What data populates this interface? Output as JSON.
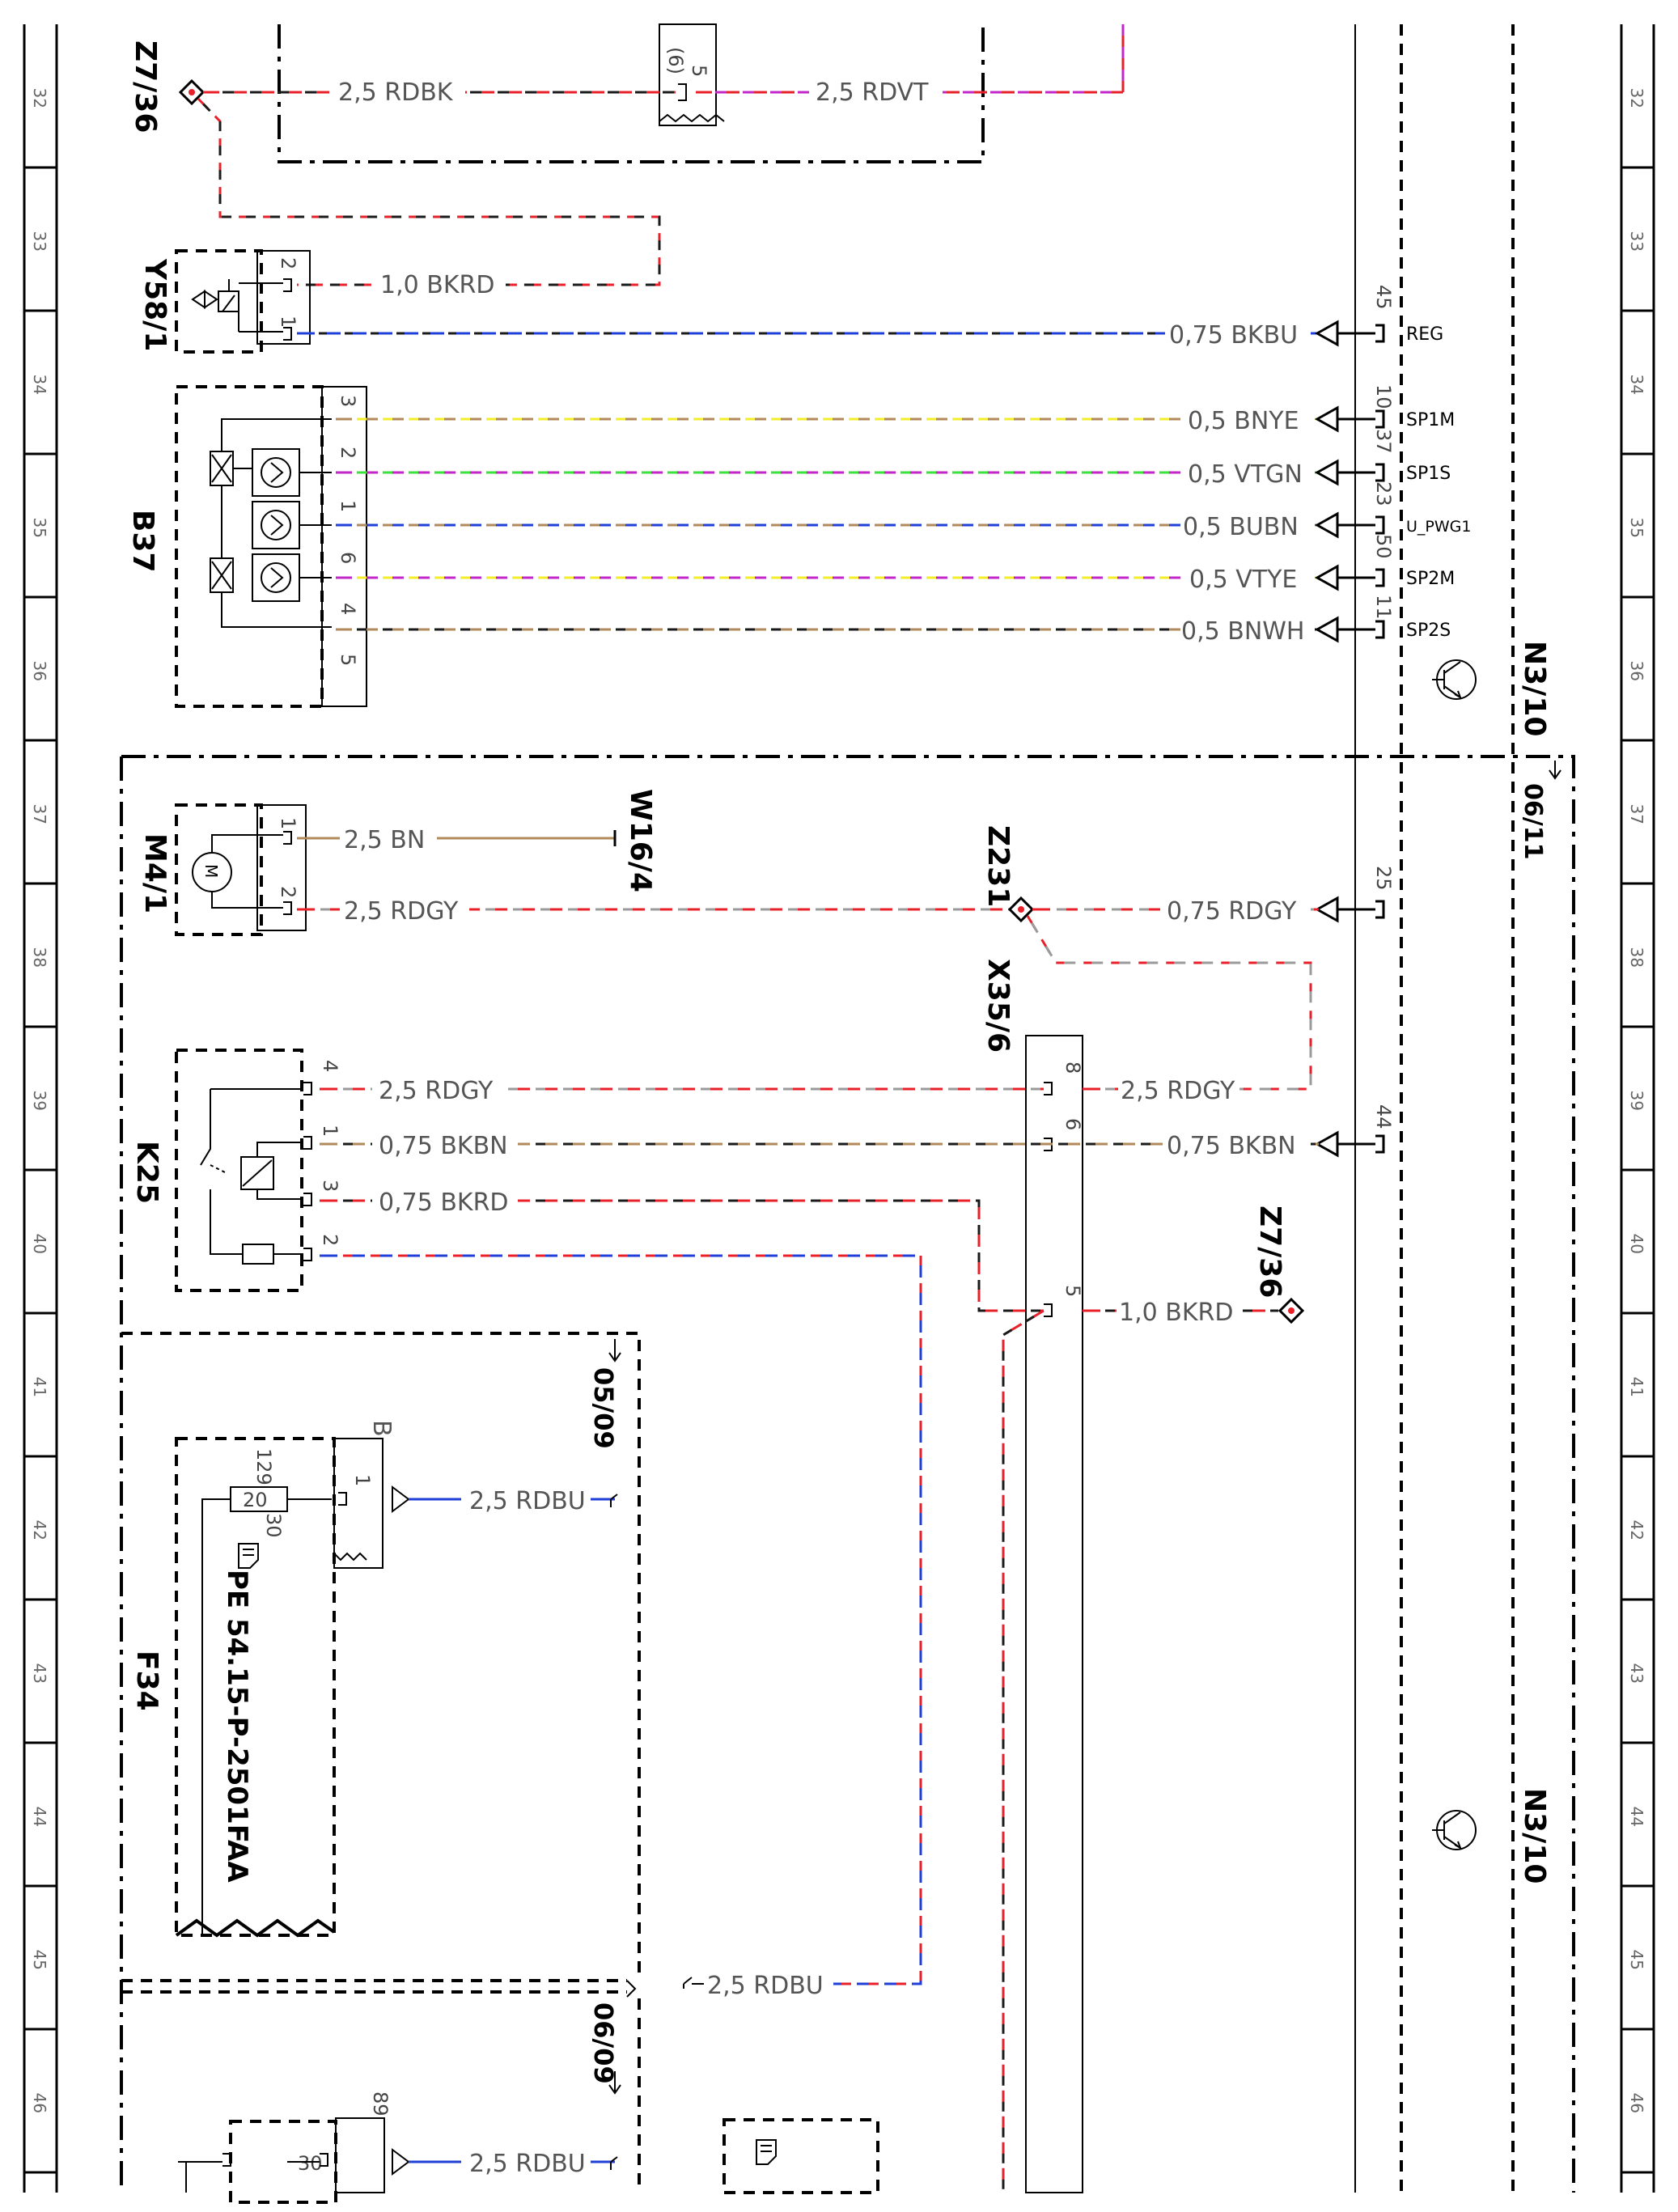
{
  "rows": [
    "32",
    "33",
    "34",
    "35",
    "36",
    "37",
    "38",
    "39",
    "40",
    "41",
    "42",
    "43",
    "44",
    "45",
    "46"
  ],
  "components": {
    "z7_36_top": "Z7/36",
    "y58_1": "Y58/1",
    "b37": "B37",
    "n3_10_a": "N3/10",
    "n3_10_b": "N3/10",
    "m4_1": "M4/1",
    "w16_4": "W16/4",
    "z231": "Z231",
    "x35_6": "X35/6",
    "k25": "K25",
    "z7_36_bot": "Z7/36",
    "f34": "F34",
    "ref_06_11": "06/11",
    "ref_05_09": "05/09",
    "ref_06_09": "06/09",
    "pe_ref": "PE 54.15-P-2501FAA"
  },
  "wires": {
    "w1": "2,5 RDBK",
    "w2": "2,5 RDVT",
    "w3": "1,0 BKRD",
    "w4": "0,75 BKBU",
    "w5": "0,5 BNYE",
    "w6": "0,5 VTGN",
    "w7": "0,5 BUBN",
    "w8": "0,5 VTYE",
    "w9": "0,5 BNWH",
    "w10": "2,5 BN",
    "w11": "2,5 RDGY",
    "w12": "0,75 RDGY",
    "w13": "2,5 RDGY",
    "w14": "2,5 RDGY",
    "w15": "0,75 BKBN",
    "w16": "0,75 BKBN",
    "w17": "0,75 BKRD",
    "w18": "1,0 BKRD",
    "w19": "2,5 RDBU",
    "w20": "2,5 RDBU",
    "w21": "2,5 RDBU"
  },
  "signals": {
    "reg": "REG",
    "sp1m": "SP1M",
    "sp1s": "SP1S",
    "u_pwg1": "U_PWG1",
    "sp2m": "SP2M",
    "sp2s": "SP2S"
  },
  "pins": {
    "conn_5": "5",
    "conn_6p": "(6)",
    "y_2": "2",
    "y_1": "1",
    "b_3": "3",
    "b_2": "2",
    "b_1": "1",
    "b_6": "6",
    "b_4": "4",
    "b_5": "5",
    "n_45": "45",
    "n_10": "10",
    "n_37": "37",
    "n_23": "23",
    "n_50": "50",
    "n_11": "11",
    "n_25": "25",
    "n_44": "44",
    "m_1": "1",
    "m_2": "2",
    "k_4": "4",
    "k_1": "1",
    "k_3": "3",
    "k_2": "2",
    "x_8": "8",
    "x_6": "6",
    "x_5": "5",
    "f_129": "129",
    "f_20": "20",
    "f_30": "30",
    "f_1": "1",
    "f_B": "B",
    "f2_89": "89",
    "f2_30": "30"
  },
  "colors": {
    "red": "#e8202a",
    "black": "#1a1a1a",
    "blue": "#1f3fd8",
    "brown": "#b08a5a",
    "yellow": "#f2ef2a",
    "green": "#3ee03a",
    "violet": "#c228c8",
    "grey": "#9a9a9a",
    "white": "#ffffff"
  }
}
